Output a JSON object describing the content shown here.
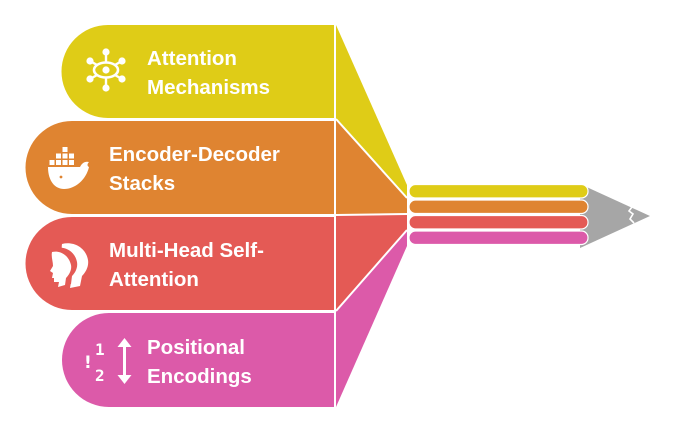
{
  "diagram": {
    "title": "Transformer components converging into a pencil",
    "items": [
      {
        "id": "attention-mechanisms",
        "lines": [
          "Attention",
          "Mechanisms"
        ],
        "icon": "eye-network-icon",
        "color": "#dfcc17"
      },
      {
        "id": "encoder-decoder-stacks",
        "lines": [
          "Encoder-Decoder",
          "Stacks"
        ],
        "icon": "docker-whale-icon",
        "color": "#df8431"
      },
      {
        "id": "multi-head-self-attention",
        "lines": [
          "Multi-Head Self-",
          "Attention"
        ],
        "icon": "two-heads-icon",
        "color": "#e45a55"
      },
      {
        "id": "positional-encodings",
        "lines": [
          "Positional",
          "Encodings"
        ],
        "icon": "sort-numeric-icon",
        "color": "#dc5aa9"
      }
    ],
    "pencil_tip_color": "#a6a6a6",
    "icon_texts": {
      "num_one": "1",
      "num_two": "2",
      "bang": "!"
    }
  }
}
